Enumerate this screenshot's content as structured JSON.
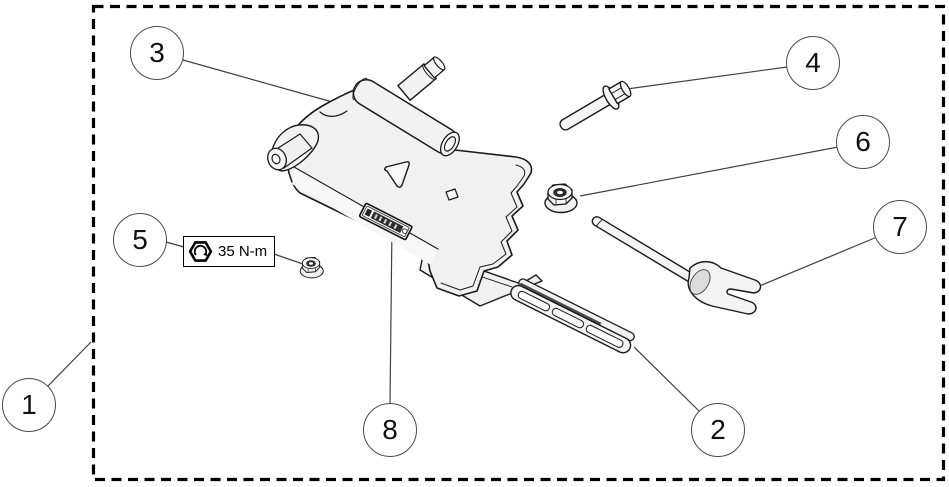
{
  "callouts": [
    {
      "number": "1"
    },
    {
      "number": "2"
    },
    {
      "number": "3"
    },
    {
      "number": "4"
    },
    {
      "number": "5"
    },
    {
      "number": "6"
    },
    {
      "number": "7"
    },
    {
      "number": "8"
    }
  ],
  "torque_note": {
    "value": "35 N-m",
    "icon": "hex-nut-torque-arrow-icon"
  },
  "colors": {
    "background": "#ffffff",
    "outline": "#1a1a1a",
    "part_fill": "#f2f2f2",
    "dashed_border": "#000000",
    "leader_line": "#404040"
  }
}
